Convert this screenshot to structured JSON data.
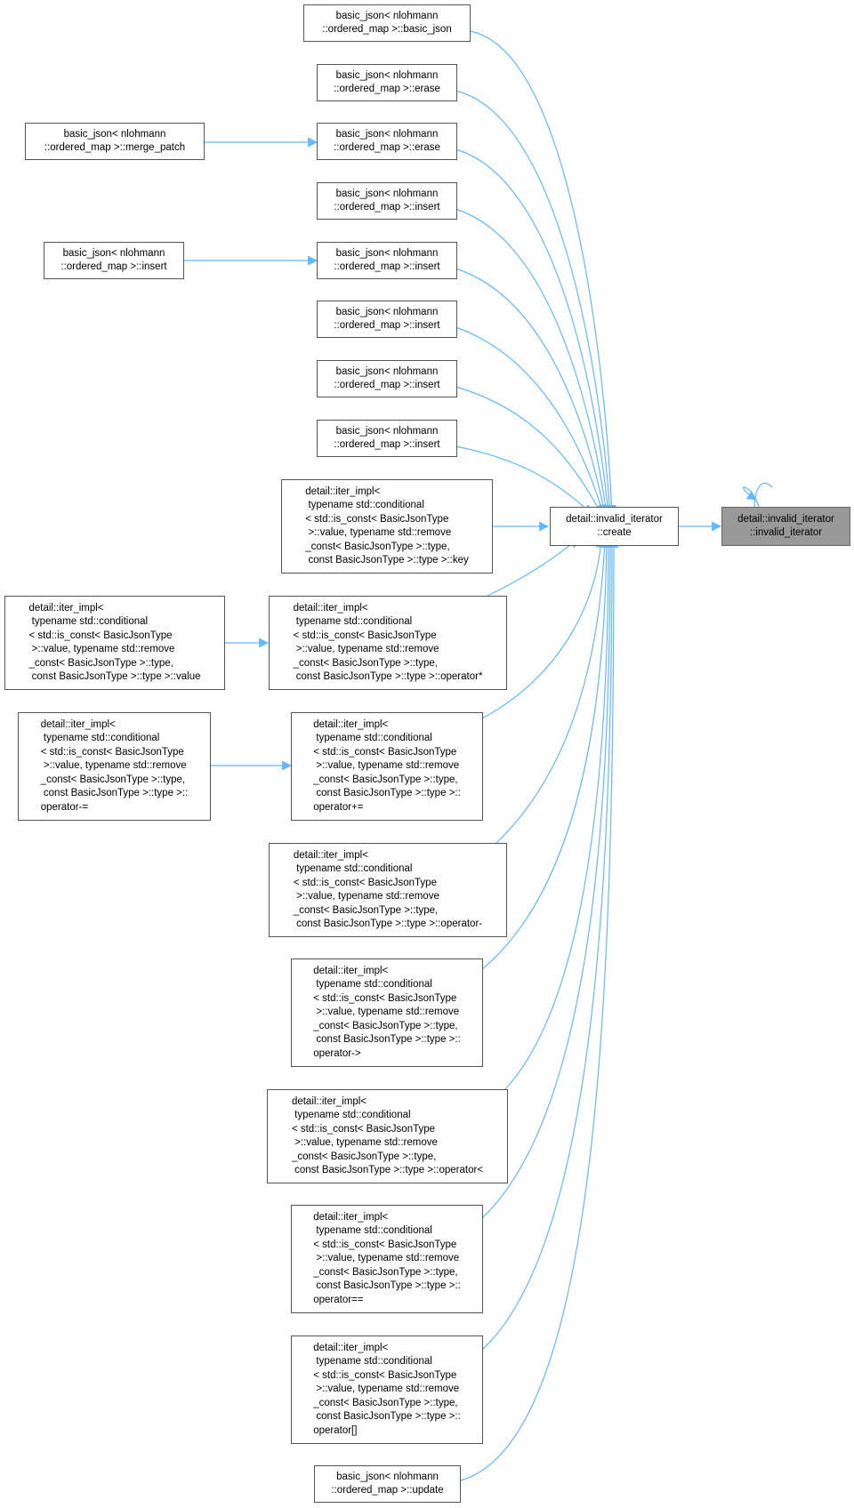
{
  "colors": {
    "edge": "#63b8ff",
    "focus_fill": "#999999",
    "border": "#555555"
  },
  "nodes": {
    "focus": {
      "label": "detail::invalid_iterator\n::invalid_iterator"
    },
    "create": {
      "label": "detail::invalid_iterator\n::create"
    },
    "n1": {
      "label": "basic_json< nlohmann\n::ordered_map >::basic_json"
    },
    "n2": {
      "label": "basic_json< nlohmann\n::ordered_map >::erase"
    },
    "n3": {
      "label": "basic_json< nlohmann\n::ordered_map >::erase"
    },
    "n3a": {
      "label": "basic_json< nlohmann\n::ordered_map >::merge_patch"
    },
    "n4": {
      "label": "basic_json< nlohmann\n::ordered_map >::insert"
    },
    "n5": {
      "label": "basic_json< nlohmann\n::ordered_map >::insert"
    },
    "n5a": {
      "label": "basic_json< nlohmann\n::ordered_map >::insert"
    },
    "n6": {
      "label": "basic_json< nlohmann\n::ordered_map >::insert"
    },
    "n7": {
      "label": "basic_json< nlohmann\n::ordered_map >::insert"
    },
    "n8": {
      "label": "basic_json< nlohmann\n::ordered_map >::insert"
    },
    "n9": {
      "label": "detail::iter_impl<\n typename std::conditional\n< std::is_const< BasicJsonType\n >::value, typename std::remove\n_const< BasicJsonType >::type,\n const BasicJsonType >::type >::key"
    },
    "n10": {
      "label": "detail::iter_impl<\n typename std::conditional\n< std::is_const< BasicJsonType\n >::value, typename std::remove\n_const< BasicJsonType >::type,\n const BasicJsonType >::type >::operator*"
    },
    "n10a": {
      "label": "detail::iter_impl<\n typename std::conditional\n< std::is_const< BasicJsonType\n >::value, typename std::remove\n_const< BasicJsonType >::type,\n const BasicJsonType >::type >::value"
    },
    "n11": {
      "label": "detail::iter_impl<\n typename std::conditional\n< std::is_const< BasicJsonType\n >::value, typename std::remove\n_const< BasicJsonType >::type,\n const BasicJsonType >::type >::\noperator+="
    },
    "n11a": {
      "label": "detail::iter_impl<\n typename std::conditional\n< std::is_const< BasicJsonType\n >::value, typename std::remove\n_const< BasicJsonType >::type,\n const BasicJsonType >::type >::\noperator-="
    },
    "n12": {
      "label": "detail::iter_impl<\n typename std::conditional\n< std::is_const< BasicJsonType\n >::value, typename std::remove\n_const< BasicJsonType >::type,\n const BasicJsonType >::type >::operator-"
    },
    "n13": {
      "label": "detail::iter_impl<\n typename std::conditional\n< std::is_const< BasicJsonType\n >::value, typename std::remove\n_const< BasicJsonType >::type,\n const BasicJsonType >::type >::\noperator->"
    },
    "n14": {
      "label": "detail::iter_impl<\n typename std::conditional\n< std::is_const< BasicJsonType\n >::value, typename std::remove\n_const< BasicJsonType >::type,\n const BasicJsonType >::type >::operator<"
    },
    "n15": {
      "label": "detail::iter_impl<\n typename std::conditional\n< std::is_const< BasicJsonType\n >::value, typename std::remove\n_const< BasicJsonType >::type,\n const BasicJsonType >::type >::\noperator=="
    },
    "n16": {
      "label": "detail::iter_impl<\n typename std::conditional\n< std::is_const< BasicJsonType\n >::value, typename std::remove\n_const< BasicJsonType >::type,\n const BasicJsonType >::type >::\noperator[]"
    },
    "n17": {
      "label": "basic_json< nlohmann\n::ordered_map >::update"
    }
  }
}
